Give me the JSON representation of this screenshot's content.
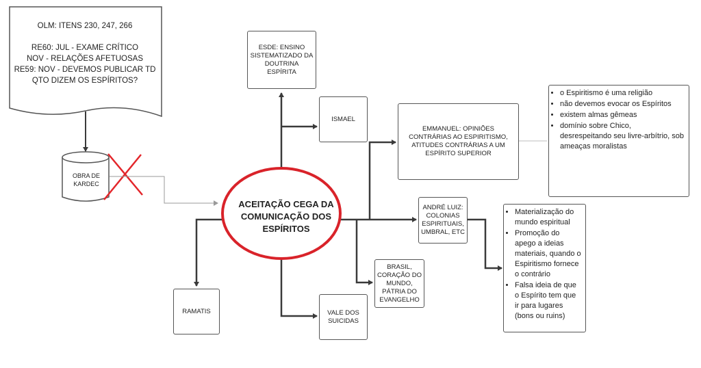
{
  "document": {
    "line1": "OLM: ITENS 230, 247, 266",
    "line2": "RE60: JUL - EXAME CRÍTICO",
    "line3": "NOV - RELAÇÕES AFETUOSAS",
    "line4": "RE59: NOV - DEVEMOS PUBLICAR TD",
    "line5": "QTO DIZEM OS ESPÍRITOS?"
  },
  "database": {
    "label": "OBRA DE KARDEC"
  },
  "center": {
    "label": "ACEITAÇÃO CEGA DA COMUNICAÇÃO DOS ESPÍRITOS"
  },
  "nodes": {
    "esde": "ESDE: ENSINO SISTEMATIZADO DA DOUTRINA ESPÍRITA",
    "ismael": "ISMAEL",
    "emmanuel": "EMMANUEL: OPINIÕES CONTRÁRIAS AO ESPIRITISMO, ATITUDES CONTRÁRIAS A UM ESPÍRITO SUPERIOR",
    "andre_luiz": "ANDRÉ LUIZ: COLONIAS ESPIRITUAIS, UMBRAL, ETC",
    "brasil": "BRASIL, CORAÇÃO DO MUNDO, PÁTRIA DO EVANGELHO",
    "vale": "VALE DOS SUICIDAS",
    "ramatis": "RAMATIS"
  },
  "emmanuel_notes": [
    "o Espiritismo é uma religião",
    "não devemos evocar os Espíritos",
    "existem almas gêmeas",
    "domínio sobre Chico, desrespeitando seu livre-arbítrio, sob ameaças moralistas"
  ],
  "andre_notes": [
    "Materialização do mundo espiritual",
    "Promoção do apego a ideias materiais, quando o Espiritismo fornece o contrário",
    "Falsa ideia de que o Espírito tem que ir para lugares (bons ou ruins)"
  ],
  "colors": {
    "center_border": "#d9232a",
    "cross": "#e3262b",
    "line": "#3a3a3a",
    "light_line": "#bdbdbd"
  }
}
